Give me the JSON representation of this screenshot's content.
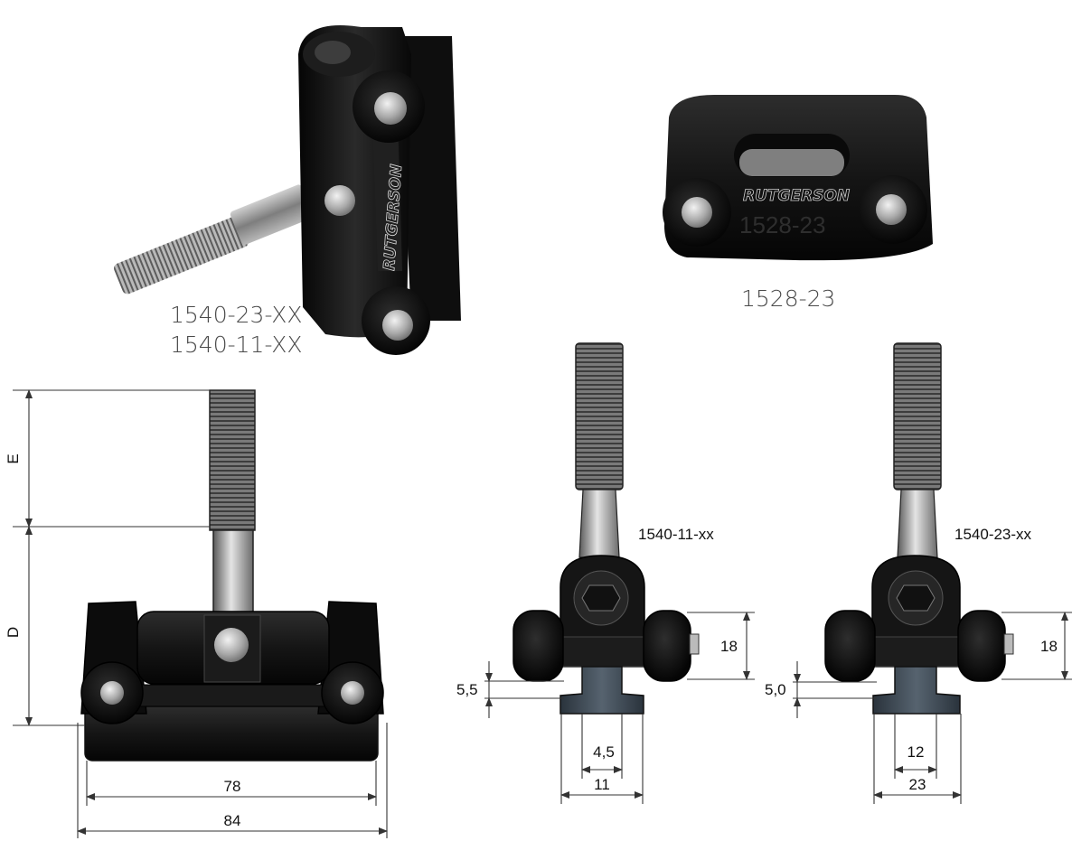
{
  "photo_labels": {
    "clamp_line1": "1540-23-XX",
    "clamp_line2": "1540-11-XX",
    "car": "1528-23"
  },
  "engraving": {
    "brand": "RUTGERSON",
    "car_part": "1528-23"
  },
  "front_view": {
    "dim_E": "E",
    "dim_D": "D",
    "width_inner": "78",
    "width_outer": "84"
  },
  "side_view_11": {
    "label": "1540-11-xx",
    "dim_height": "18",
    "dim_gap": "5,5",
    "dim_slot": "4,5",
    "dim_width": "11"
  },
  "side_view_23": {
    "label": "1540-23-xx",
    "dim_height": "18",
    "dim_gap": "5,0",
    "dim_slot": "12",
    "dim_width": "23"
  },
  "colors": {
    "body": "#141414",
    "metal": "#9a9a9a",
    "slider": "#3b4651",
    "dimline": "#333333"
  }
}
